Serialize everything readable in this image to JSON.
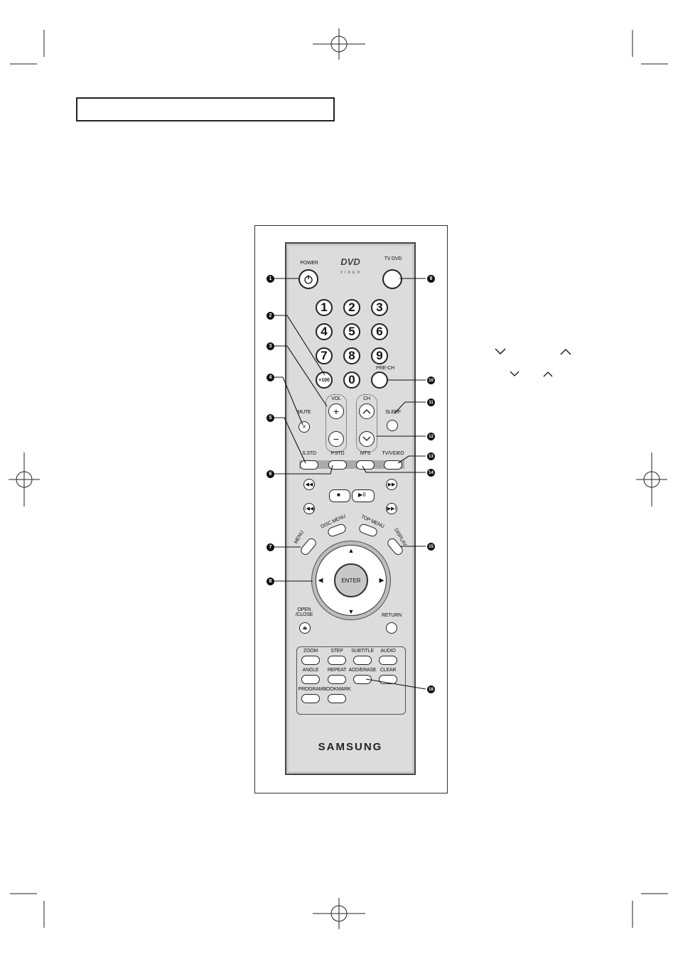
{
  "remote": {
    "brand": "SAMSUNG",
    "dvd_logo": "DVD",
    "video_text": "VIDEO",
    "power": "POWER",
    "tvdvd": "TV DVD",
    "numbers": [
      "1",
      "2",
      "3",
      "4",
      "5",
      "6",
      "7",
      "8",
      "9",
      "+100",
      "0"
    ],
    "prech": "PRE-CH",
    "vol": "VOL",
    "ch": "CH",
    "mute": "MUTE",
    "sleep": "SLEEP",
    "sstd": "S.STD",
    "pstd": "P.STD",
    "mts": "MTS",
    "tvvideo": "TV/VIDEO",
    "disc_menu": "DISC MENU",
    "top_menu": "TOP MENU",
    "menu": "MENU",
    "display": "DISPLAY",
    "enter": "ENTER",
    "open_close": "OPEN\n/CLOSE",
    "return": "RETURN",
    "zoom": "ZOOM",
    "step": "STEP",
    "subtitle": "SUBTITLE",
    "audio": "AUDIO",
    "angle": "ANGLE",
    "repeat": "REPEAT",
    "add_erase": "ADD/ERASE",
    "clear": "CLEAR",
    "program": "PROGRAM",
    "bookmark": "BOOKMARK"
  },
  "callouts": [
    "1",
    "2",
    "3",
    "4",
    "5",
    "6",
    "7",
    "8",
    "9",
    "10",
    "11",
    "12",
    "13",
    "14",
    "15",
    "16"
  ]
}
